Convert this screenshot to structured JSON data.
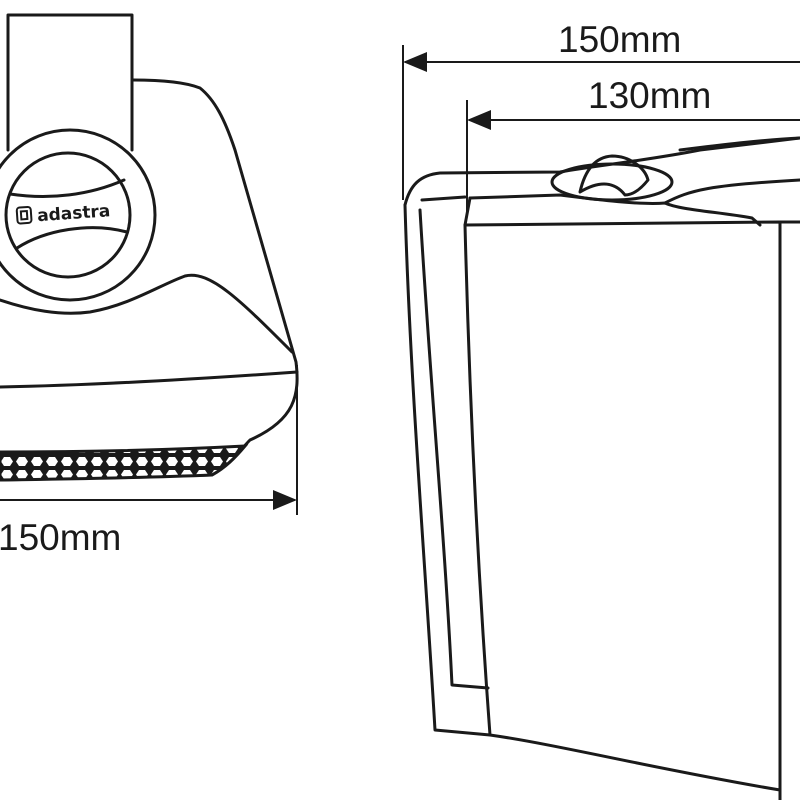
{
  "front_view": {
    "brand_logo": "adastra",
    "width_dimension": "150mm"
  },
  "side_view": {
    "overall_depth_dimension": "150mm",
    "cabinet_depth_dimension": "130mm"
  },
  "colors": {
    "line": "#1a1a1a",
    "background": "#ffffff"
  }
}
